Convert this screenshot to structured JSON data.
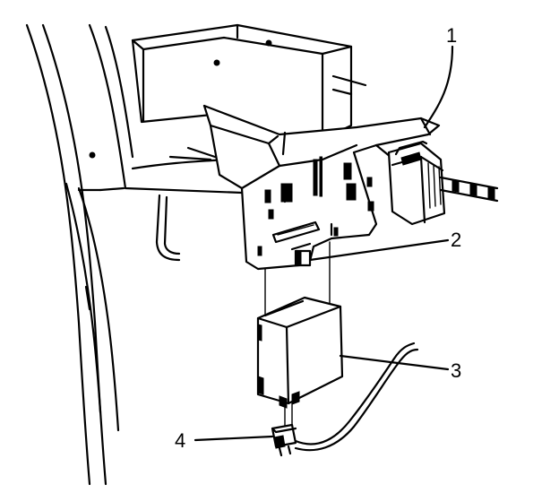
{
  "callouts": [
    {
      "number": "1"
    },
    {
      "number": "2"
    },
    {
      "number": "3"
    },
    {
      "number": "4"
    }
  ],
  "colors": {
    "line": "#000000",
    "background": "#ffffff"
  }
}
